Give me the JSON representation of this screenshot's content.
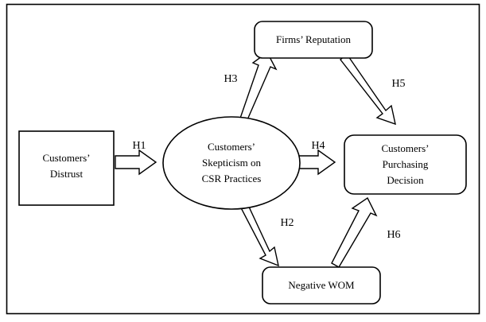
{
  "figure": {
    "kind": "conceptual-research-model",
    "border_color": "#000000",
    "background_color": "#ffffff"
  },
  "nodes": [
    {
      "id": "customers-distrust",
      "shape": "rectangle",
      "lines": [
        "Customers’",
        "Distrust"
      ]
    },
    {
      "id": "customers-skepticism",
      "shape": "ellipse",
      "lines": [
        "Customers’",
        "Skepticism on",
        "CSR Practices"
      ]
    },
    {
      "id": "firms-reputation",
      "shape": "rounded-rectangle",
      "lines": [
        "Firms’  Reputation"
      ]
    },
    {
      "id": "negative-wom",
      "shape": "rounded-rectangle",
      "lines": [
        "Negative WOM"
      ]
    },
    {
      "id": "purchasing-decision",
      "shape": "rounded-rectangle",
      "lines": [
        "Customers’",
        "Purchasing",
        "Decision"
      ]
    }
  ],
  "edges": [
    {
      "id": "h1",
      "label": "H1",
      "from": "customers-distrust",
      "to": "customers-skepticism"
    },
    {
      "id": "h2",
      "label": "H2",
      "from": "customers-skepticism",
      "to": "negative-wom"
    },
    {
      "id": "h3",
      "label": "H3",
      "from": "customers-skepticism",
      "to": "firms-reputation"
    },
    {
      "id": "h4",
      "label": "H4",
      "from": "customers-skepticism",
      "to": "purchasing-decision"
    },
    {
      "id": "h5",
      "label": "H5",
      "from": "firms-reputation",
      "to": "purchasing-decision"
    },
    {
      "id": "h6",
      "label": "H6",
      "from": "negative-wom",
      "to": "purchasing-decision"
    }
  ]
}
